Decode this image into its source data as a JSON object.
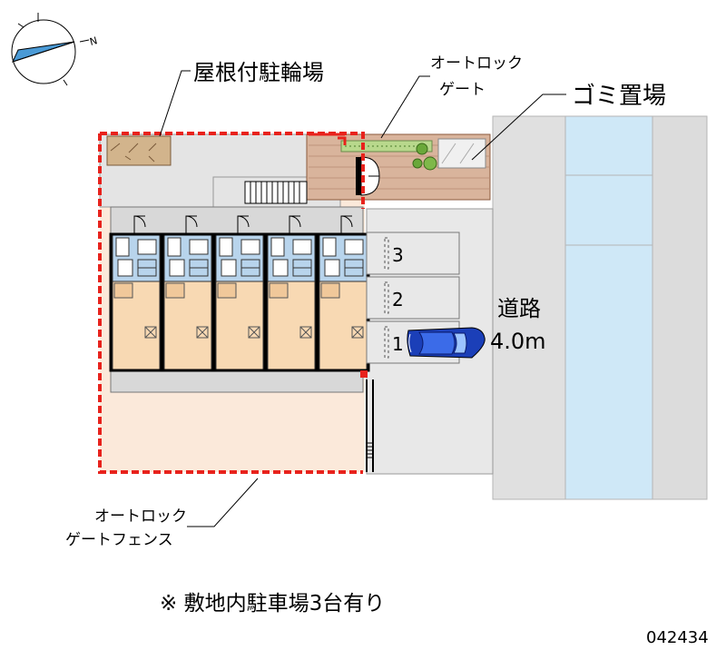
{
  "compass": {
    "direction_label": "N"
  },
  "labels": {
    "bicycle_parking": "屋根付駐輪場",
    "autolock_gate": [
      "オートロック",
      "ゲート"
    ],
    "garbage": "ゴミ置場",
    "road": [
      "道路",
      "4.0m"
    ],
    "autolock_fence": [
      "オートロック",
      "ゲートフェンス"
    ],
    "parking_note": "※ 敷地内駐車場3台有り",
    "property_id": "042434"
  },
  "parking_spaces": [
    "3",
    "2",
    "1"
  ],
  "units": 5,
  "colors": {
    "boundary": "#e8221c",
    "lot_fill": "#fbe9da",
    "building_outline": "#000000",
    "bath_blue": "#b8d4ec",
    "room_orange": "#f8d9b3",
    "brick": "#d9b49c",
    "asphalt": "#e6e6e6",
    "road_gray": "#dadada",
    "river": "#cfe8f7",
    "car": "#1b3fb8"
  }
}
